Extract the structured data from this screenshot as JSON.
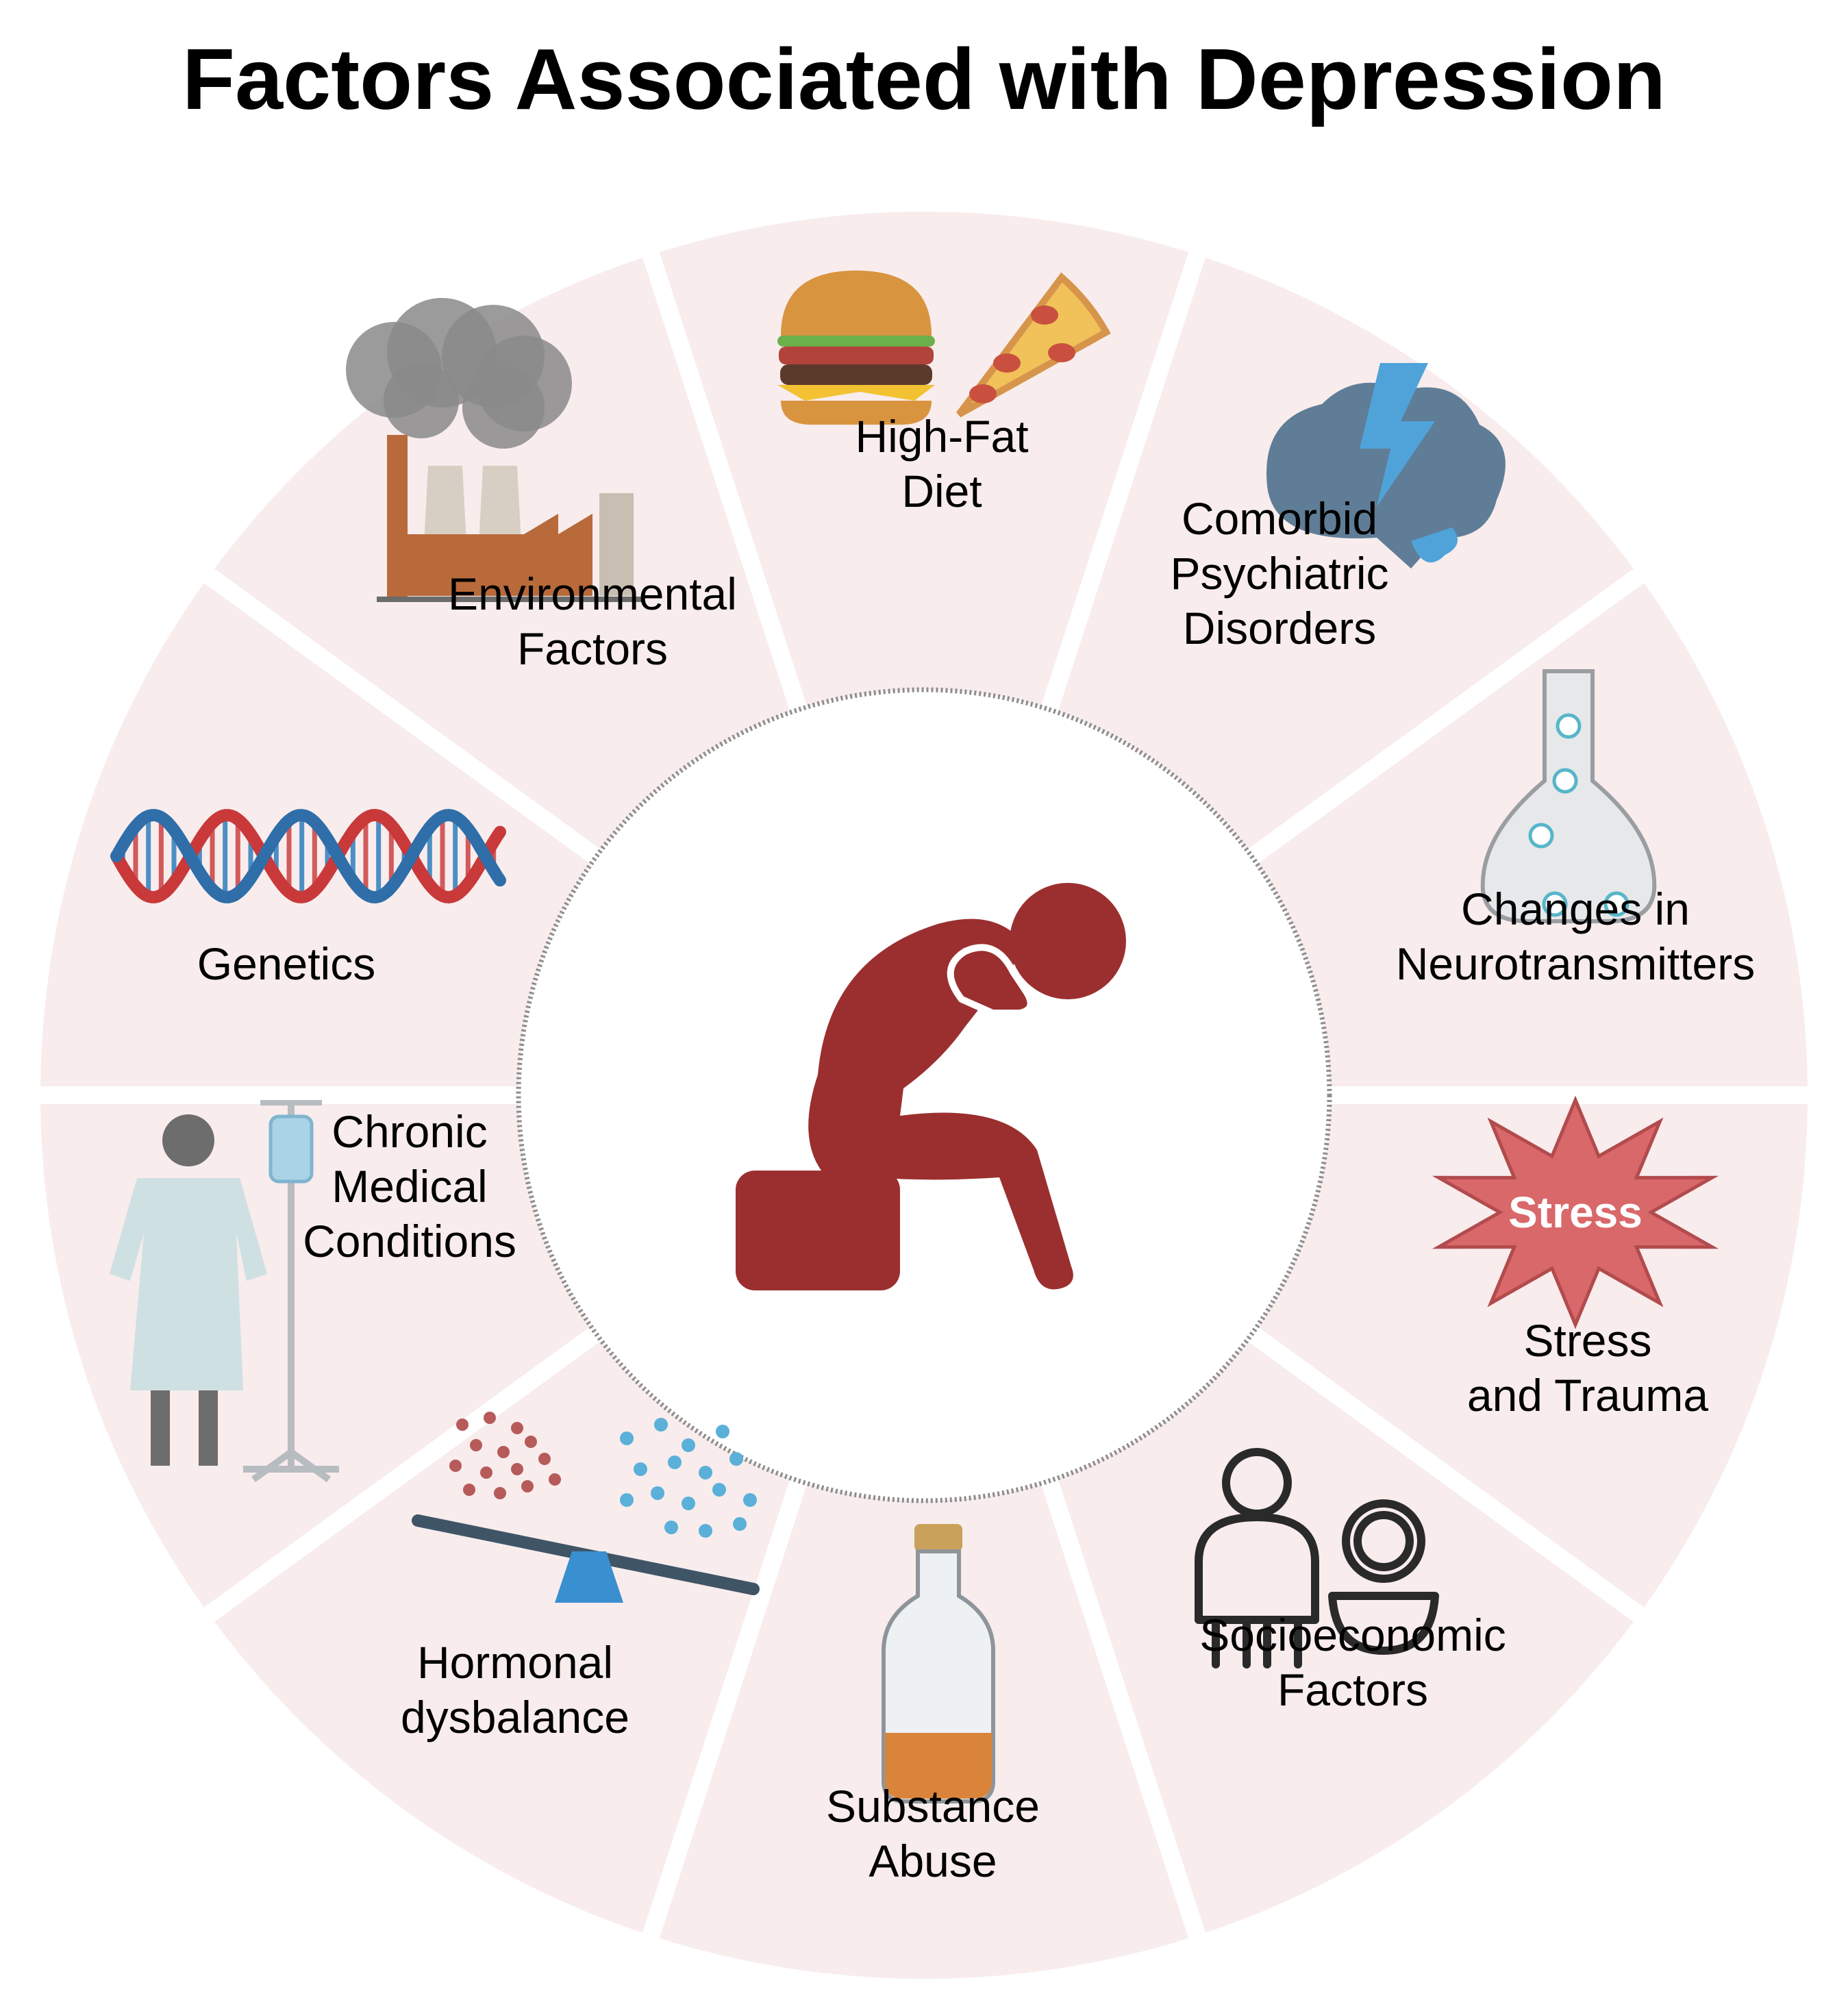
{
  "title": "Factors Associated with Depression",
  "colors": {
    "segment_fill": "#f8eced",
    "segment_gap": "#ffffff",
    "center_fill": "#ffffff",
    "center_border": "#8c8c8c",
    "figure": "#9b2f2f",
    "stress_star": "#d9686a",
    "brain": "#5f7d96",
    "bolt": "#4fa3d9"
  },
  "center": {
    "icon": "depressed-person-icon"
  },
  "segments": [
    {
      "id": "high-fat-diet",
      "label": [
        "High-Fat",
        "Diet"
      ],
      "icon": "burger-pizza-icon"
    },
    {
      "id": "comorbid",
      "label": [
        "Comorbid",
        "Psychiatric",
        "Disorders"
      ],
      "icon": "brain-lightning-icon"
    },
    {
      "id": "neurotransmitters",
      "label": [
        "Changes in",
        "Neurotransmitters"
      ],
      "icon": "flask-icon"
    },
    {
      "id": "stress",
      "label": [
        "Stress",
        "and Trauma"
      ],
      "icon": "stress-starburst-icon",
      "icon_text": "Stress"
    },
    {
      "id": "socioeconomic",
      "label": [
        "Socioeconomic",
        "Factors"
      ],
      "icon": "person-coin-icon"
    },
    {
      "id": "substance",
      "label": [
        "Substance",
        "Abuse"
      ],
      "icon": "bottle-icon"
    },
    {
      "id": "hormonal",
      "label": [
        "Hormonal",
        "dysbalance"
      ],
      "icon": "seesaw-balance-icon"
    },
    {
      "id": "chronic",
      "label": [
        "Chronic",
        "Medical",
        "Conditions"
      ],
      "icon": "patient-iv-icon"
    },
    {
      "id": "genetics",
      "label": [
        "Genetics"
      ],
      "icon": "dna-icon"
    },
    {
      "id": "environmental",
      "label": [
        "Environmental",
        "Factors"
      ],
      "icon": "factory-icon"
    }
  ]
}
